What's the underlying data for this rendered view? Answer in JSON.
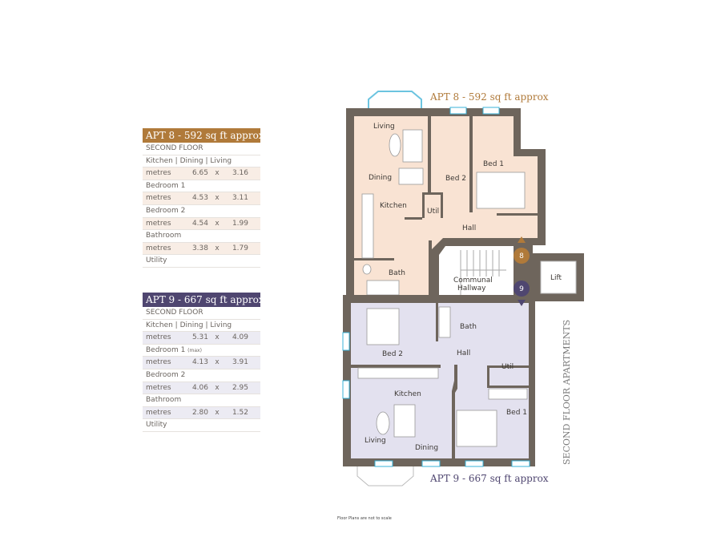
{
  "colors": {
    "apt8": "#b07a3a",
    "apt9": "#4f4670",
    "wall": "#6e655c",
    "apt8_fill": "#f9e3d3",
    "apt9_fill": "#e3e1ef",
    "window": "#3ab3d8"
  },
  "apt8": {
    "header": "APT 8 - 592 sq ft approx",
    "floor": "SECOND FLOOR",
    "rooms": [
      {
        "name": "Kitchen | Dining | Living",
        "unit": "metres",
        "a": "6.65",
        "x": "x",
        "b": "3.16"
      },
      {
        "name": "Bedroom 1",
        "unit": "metres",
        "a": "4.53",
        "x": "x",
        "b": "3.11"
      },
      {
        "name": "Bedroom 2",
        "unit": "metres",
        "a": "4.54",
        "x": "x",
        "b": "1.99"
      },
      {
        "name": "Bathroom",
        "unit": "metres",
        "a": "3.38",
        "x": "x",
        "b": "1.79"
      }
    ],
    "utility": "Utility"
  },
  "apt9": {
    "header": "APT 9 - 667 sq ft approx",
    "floor": "SECOND FLOOR",
    "rooms": [
      {
        "name": "Kitchen | Dining | Living",
        "unit": "metres",
        "a": "5.31",
        "x": "x",
        "b": "4.09"
      },
      {
        "name": "Bedroom 1",
        "qualifier": "(max)",
        "unit": "metres",
        "a": "4.13",
        "x": "x",
        "b": "3.91"
      },
      {
        "name": "Bedroom 2",
        "unit": "metres",
        "a": "4.06",
        "x": "x",
        "b": "2.95"
      },
      {
        "name": "Bathroom",
        "unit": "metres",
        "a": "2.80",
        "x": "x",
        "b": "1.52"
      }
    ],
    "utility": "Utility"
  },
  "plan": {
    "apt8_title": "APT 8 - 592 sq ft approx",
    "apt9_title": "APT 9 - 667 sq ft approx",
    "side_title": "SECOND FLOOR APARTMENTS",
    "apt8_rooms": {
      "living": "Living",
      "dining": "Dining",
      "kitchen": "Kitchen",
      "bed2": "Bed 2",
      "bed1": "Bed 1",
      "util": "Util",
      "hall": "Hall",
      "bath": "Bath"
    },
    "apt9_rooms": {
      "bed2": "Bed 2",
      "bath": "Bath",
      "hall": "Hall",
      "util": "Util",
      "kitchen": "Kitchen",
      "bed1": "Bed 1",
      "living": "Living",
      "dining": "Dining"
    },
    "communal1": "Communal",
    "communal2": "Hallway",
    "lift": "Lift",
    "marker8": "8",
    "marker9": "9"
  },
  "note": "Floor Plans are not to scale"
}
